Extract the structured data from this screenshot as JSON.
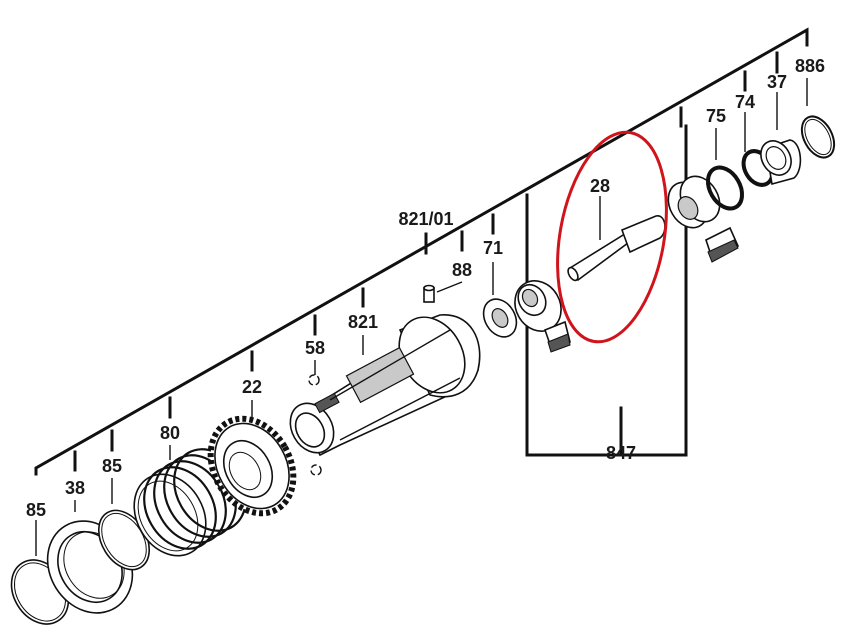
{
  "diagram": {
    "labels": {
      "p85a": "85",
      "p38": "38",
      "p85b": "85",
      "p80": "80",
      "p22": "22",
      "p58": "58",
      "p821": "821",
      "p88": "88",
      "p821_01": "821/01",
      "p71": "71",
      "p28": "28",
      "p847": "847",
      "p75": "75",
      "p74": "74",
      "p37": "37",
      "p886": "886"
    },
    "highlight_color": "#d0141c",
    "line_color": "#111111"
  }
}
